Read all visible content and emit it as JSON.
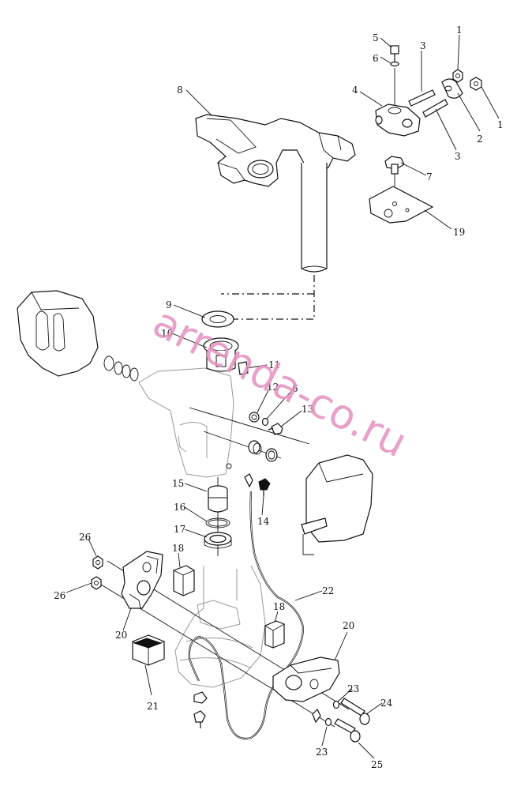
{
  "watermark": "arrenda-co.ru",
  "labels": {
    "l1a": "1",
    "l1b": "1",
    "l2": "2",
    "l3a": "3",
    "l3b": "3",
    "l4": "4",
    "l5": "5",
    "l6a": "6",
    "l6b": "6",
    "l7": "7",
    "l8": "8",
    "l9": "9",
    "l10": "10",
    "l11": "11",
    "l12": "12",
    "l13": "13",
    "l14": "14",
    "l15": "15",
    "l16": "16",
    "l17": "17",
    "l18a": "18",
    "l18b": "18",
    "l19": "19",
    "l20a": "20",
    "l20b": "20",
    "l21": "21",
    "l22": "22",
    "l23a": "23",
    "l23b": "23",
    "l24": "24",
    "l25": "25",
    "l26a": "26",
    "l26b": "26"
  }
}
